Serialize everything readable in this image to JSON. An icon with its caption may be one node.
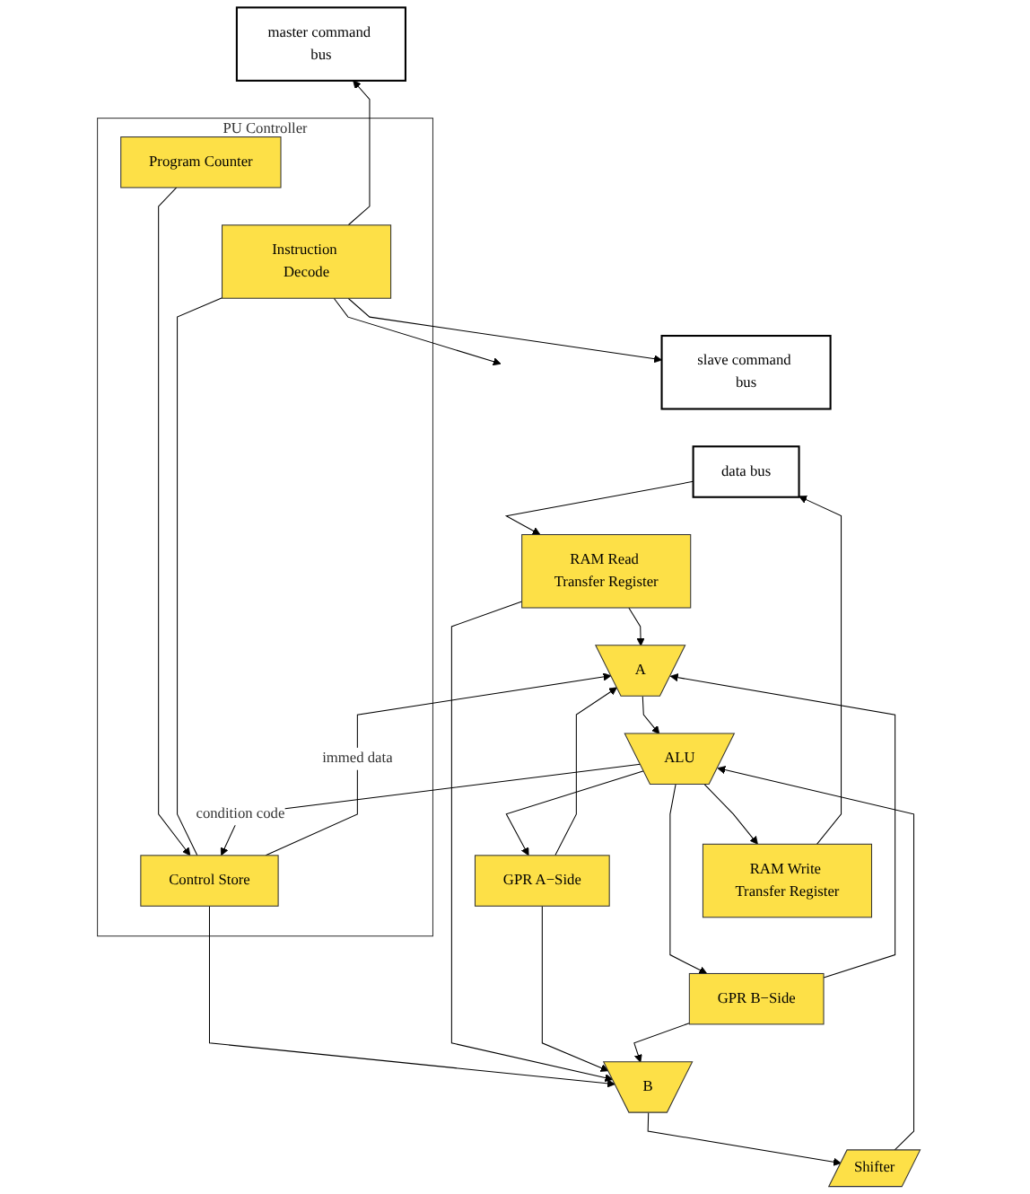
{
  "diagram": {
    "nodes": [
      {
        "text": [
          "master command bus"
        ]
      },
      {
        "text": [
          "slave command bus"
        ]
      },
      {
        "text": [
          "data bus"
        ]
      },
      {
        "text": [
          "RAM Read Transfer Register"
        ]
      },
      {
        "text": [
          "RAM Write Transfer Register"
        ]
      },
      {
        "text": [
          "PU Controller"
        ]
      },
      {
        "text": [
          "Program Counter"
        ],
        "in": 5
      },
      {
        "text": [
          "Instruction Decode"
        ],
        "in": 5
      },
      {
        "text": [
          "Control Store"
        ],
        "in": 5
      },
      {
        "text": [
          "GPR A−Side"
        ]
      },
      {
        "text": [
          "GPR B−Side"
        ]
      },
      {
        "text": [
          "A"
        ]
      },
      {
        "text": [
          "B"
        ]
      },
      {
        "text": [
          "Shifter"
        ]
      },
      {
        "text": [
          "ALU"
        ]
      }
    ],
    "edges": [
      {
        "from": 2,
        "to": 3,
        "arrow": "to"
      },
      {
        "from": 4,
        "to": 2,
        "arrow": "to"
      },
      {
        "from": 7,
        "to": 0,
        "arrow": "to"
      },
      {
        "from": 7,
        "to": 1,
        "arrow": "to"
      },
      {
        "from": 7,
        "to": null,
        "arrow": "to"
      },
      {
        "from": 6,
        "to": 8,
        "arrow": "to"
      },
      {
        "from": 7,
        "to": 8,
        "arrow": "none"
      },
      {
        "from": 8,
        "to": 11,
        "arrow": "to",
        "label": "immed data"
      },
      {
        "from": 8,
        "to": 12,
        "arrow": "to"
      },
      {
        "from": 3,
        "to": 11,
        "arrow": "to"
      },
      {
        "from": 3,
        "to": 12,
        "arrow": "to"
      },
      {
        "from": 14,
        "to": 9,
        "arrow": "to"
      },
      {
        "from": 14,
        "to": 10,
        "arrow": "to"
      },
      {
        "from": 14,
        "to": 4,
        "arrow": "to"
      },
      {
        "from": 9,
        "to": 11,
        "arrow": "to"
      },
      {
        "from": 9,
        "to": 12,
        "arrow": "to"
      },
      {
        "from": 10,
        "to": 12,
        "arrow": "to"
      },
      {
        "from": 10,
        "to": 11,
        "arrow": "to"
      },
      {
        "from": 11,
        "to": 14,
        "arrow": "to"
      },
      {
        "from": 12,
        "to": 13,
        "arrow": "to"
      },
      {
        "from": 13,
        "to": 14,
        "arrow": "to"
      },
      {
        "from": 14,
        "to": 8,
        "arrow": "to",
        "label": "condition code"
      }
    ]
  }
}
